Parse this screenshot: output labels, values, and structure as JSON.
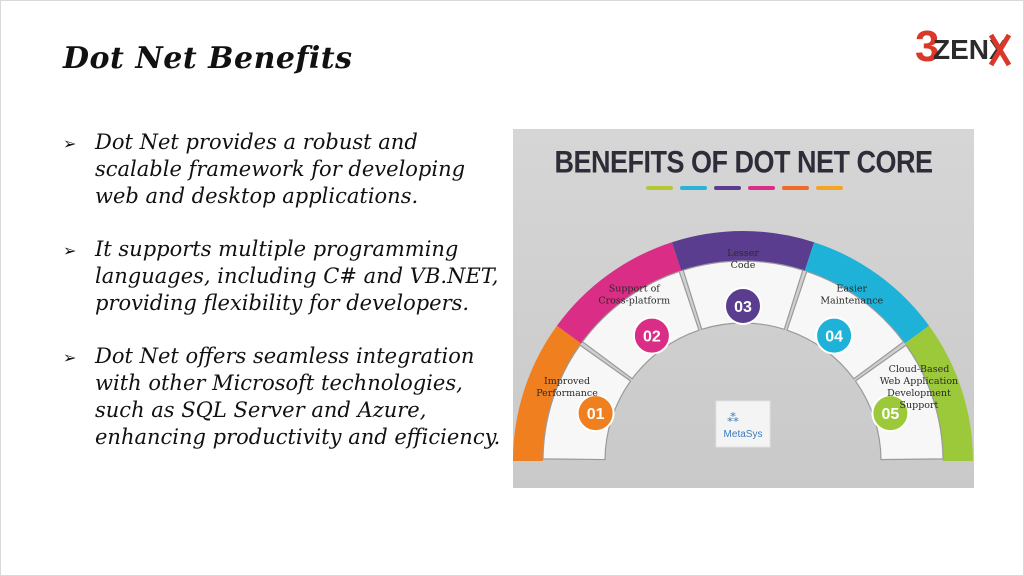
{
  "slide": {
    "title": "Dot Net Benefits",
    "logo": {
      "prefix": "3",
      "text": "ZENX",
      "mark": "X"
    },
    "bullets": [
      "Dot Net provides a robust and scalable framework for developing web and desktop applications.",
      "It supports multiple programming languages, including C# and VB.NET, providing flexibility for developers.",
      "Dot Net offers seamless integration with other Microsoft technologies, such as SQL Server and Azure, enhancing productivity and efficiency."
    ],
    "bullet_icon": "arrow-bullet-icon"
  },
  "infographic": {
    "title": "BENEFITS OF DOT NET CORE",
    "accent_bars": [
      "#b5c832",
      "#2ab3d6",
      "#5b3d8f",
      "#d92d86",
      "#f06a28",
      "#f4a524"
    ],
    "brand": "MetaSys",
    "segments": [
      {
        "number": "01",
        "label_lines": [
          "Improved",
          "Performance"
        ],
        "color": "#f07f1f"
      },
      {
        "number": "02",
        "label_lines": [
          "Support of",
          "Cross-platform"
        ],
        "color": "#d92d86"
      },
      {
        "number": "03",
        "label_lines": [
          "Lesser",
          "Code"
        ],
        "color": "#5b3d8f"
      },
      {
        "number": "04",
        "label_lines": [
          "Easier",
          "Maintenance"
        ],
        "color": "#1fb2d8"
      },
      {
        "number": "05",
        "label_lines": [
          "Cloud-Based",
          "Web Application",
          "Development",
          "Support"
        ],
        "color": "#9cc93a"
      }
    ]
  },
  "colors": {
    "title": "#111111",
    "logo_red": "#d9382b",
    "logo_dark": "#2b2b2b"
  }
}
